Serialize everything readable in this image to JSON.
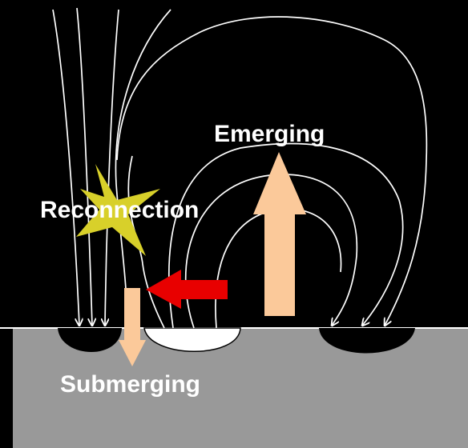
{
  "labels": {
    "emerging": "Emerging",
    "reconnection": "Reconnection",
    "submerging": "Submerging"
  },
  "colors": {
    "background": "#000000",
    "surface": "#999999",
    "field_lines": "#ffffff",
    "flux_dark": "#000000",
    "flux_light": "#ffffff",
    "emerging_arrow": "#fbc99a",
    "submerging_arrow": "#fbc99a",
    "reconnection_arrow": "#e80000",
    "reconnection_star": "#d8d02a"
  },
  "icons": {
    "reconnection_marker": "star-burst",
    "emerging_arrow": "arrow-up",
    "submerging_arrow": "arrow-down",
    "inflow_arrow": "arrow-left"
  }
}
